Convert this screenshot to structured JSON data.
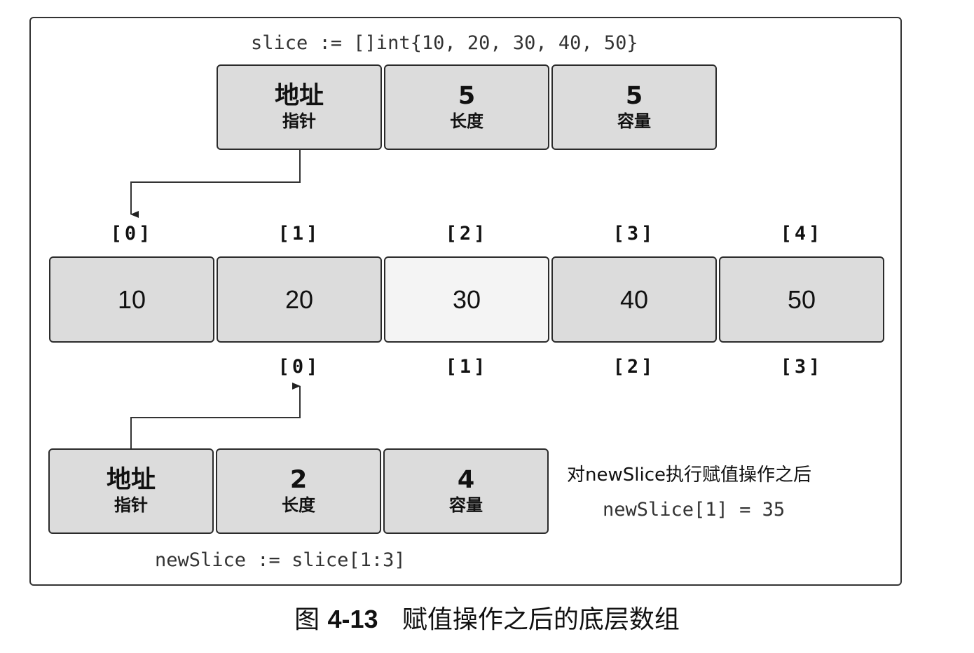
{
  "slice_decl": "slice := []int{10, 20, 30, 40, 50}",
  "slice_header": [
    {
      "main": "地址",
      "sub": "指针"
    },
    {
      "main": "5",
      "sub": "长度"
    },
    {
      "main": "5",
      "sub": "容量"
    }
  ],
  "array_indices": [
    "[0]",
    "[1]",
    "[2]",
    "[3]",
    "[4]"
  ],
  "array_values": [
    "10",
    "20",
    "30",
    "40",
    "50"
  ],
  "new_indices": [
    "[0]",
    "[1]",
    "[2]",
    "[3]"
  ],
  "new_slice_header": [
    {
      "main": "地址",
      "sub": "指针"
    },
    {
      "main": "2",
      "sub": "长度"
    },
    {
      "main": "4",
      "sub": "容量"
    }
  ],
  "new_slice_decl": "newSlice := slice[1:3]",
  "note_title": "对newSlice执行赋值操作之后",
  "note_code": "newSlice[1] = 35",
  "caption": {
    "prefix": "图 ",
    "number": "4-13",
    "text": "   赋值操作之后的底层数组"
  },
  "colors": {
    "box_fill": "#dcdcdc",
    "highlight_fill": "#f4f4f4",
    "border": "#2b2b2b"
  }
}
